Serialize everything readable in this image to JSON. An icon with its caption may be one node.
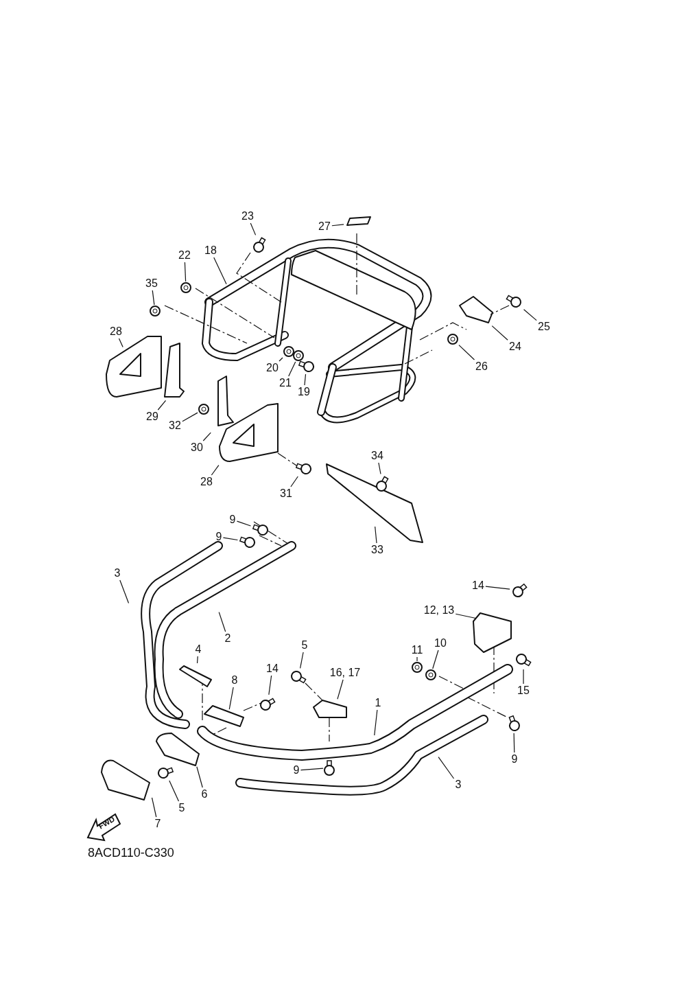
{
  "diagram": {
    "nodes": [
      {
        "text": [
          "23"
        ]
      },
      {
        "text": [
          "27"
        ]
      },
      {
        "text": [
          "18"
        ]
      },
      {
        "text": [
          "22"
        ]
      },
      {
        "text": [
          "35"
        ]
      },
      {
        "text": [
          "28"
        ]
      },
      {
        "text": [
          "25"
        ]
      },
      {
        "text": [
          "24"
        ]
      },
      {
        "text": [
          "26"
        ]
      },
      {
        "text": [
          "20"
        ]
      },
      {
        "text": [
          "21"
        ]
      },
      {
        "text": [
          "19"
        ]
      },
      {
        "text": [
          "29"
        ]
      },
      {
        "text": [
          "32"
        ]
      },
      {
        "text": [
          "30"
        ]
      },
      {
        "text": [
          "28"
        ]
      },
      {
        "text": [
          "34"
        ]
      },
      {
        "text": [
          "31"
        ]
      },
      {
        "text": [
          "33"
        ]
      },
      {
        "text": [
          "9"
        ]
      },
      {
        "text": [
          "9"
        ]
      },
      {
        "text": [
          "3"
        ]
      },
      {
        "text": [
          "2"
        ]
      },
      {
        "text": [
          "14"
        ]
      },
      {
        "text": [
          "12, 13"
        ]
      },
      {
        "text": [
          "4"
        ]
      },
      {
        "text": [
          "5"
        ]
      },
      {
        "text": [
          "16, 17"
        ]
      },
      {
        "text": [
          "11"
        ]
      },
      {
        "text": [
          "10"
        ]
      },
      {
        "text": [
          "14"
        ]
      },
      {
        "text": [
          "8"
        ]
      },
      {
        "text": [
          "1"
        ]
      },
      {
        "text": [
          "15"
        ]
      },
      {
        "text": [
          "9"
        ]
      },
      {
        "text": [
          "9"
        ]
      },
      {
        "text": [
          "3"
        ]
      },
      {
        "text": [
          "6"
        ]
      },
      {
        "text": [
          "5"
        ]
      },
      {
        "text": [
          "7"
        ]
      },
      {
        "text": [],
        "shape": "bolt"
      },
      {
        "text": [],
        "shape": "bolt"
      },
      {
        "text": [],
        "shape": "bolt"
      },
      {
        "text": [],
        "shape": "bolt"
      },
      {
        "text": [],
        "shape": "bolt"
      },
      {
        "text": [],
        "shape": "bolt"
      },
      {
        "text": [],
        "shape": "bolt"
      },
      {
        "text": [],
        "shape": "bolt"
      },
      {
        "text": [],
        "shape": "bolt"
      },
      {
        "text": [],
        "shape": "bolt"
      },
      {
        "text": [],
        "shape": "bolt"
      },
      {
        "text": [],
        "shape": "bolt"
      },
      {
        "text": [],
        "shape": "bolt"
      },
      {
        "text": [],
        "shape": "bolt"
      },
      {
        "text": [],
        "shape": "nut"
      },
      {
        "text": [],
        "shape": "nut"
      },
      {
        "text": [],
        "shape": "nut"
      },
      {
        "text": [],
        "shape": "nut"
      },
      {
        "text": [],
        "shape": "nut"
      },
      {
        "text": [],
        "shape": "nut"
      },
      {
        "text": [],
        "shape": "nut"
      },
      {
        "text": [],
        "shape": "nut"
      }
    ],
    "edges": [
      {
        "from": 0,
        "to": 40,
        "arrow": "none"
      },
      {
        "from": 1,
        "to": null,
        "arrow": "none"
      },
      {
        "from": 2,
        "to": null,
        "arrow": "none"
      },
      {
        "from": 3,
        "to": 55,
        "arrow": "none"
      },
      {
        "from": 4,
        "to": 54,
        "arrow": "none"
      },
      {
        "from": 5,
        "to": null,
        "arrow": "none"
      },
      {
        "from": 6,
        "to": 41,
        "arrow": "none"
      },
      {
        "from": 7,
        "to": null,
        "arrow": "none"
      },
      {
        "from": 8,
        "to": 57,
        "arrow": "none"
      },
      {
        "from": 9,
        "to": 58,
        "arrow": "none"
      },
      {
        "from": 10,
        "to": 59,
        "arrow": "none"
      },
      {
        "from": 11,
        "to": 42,
        "arrow": "none"
      },
      {
        "from": 12,
        "to": null,
        "arrow": "none"
      },
      {
        "from": 13,
        "to": 56,
        "arrow": "none"
      },
      {
        "from": 14,
        "to": null,
        "arrow": "none"
      },
      {
        "from": 15,
        "to": null,
        "arrow": "none"
      },
      {
        "from": 16,
        "to": 50,
        "arrow": "none"
      },
      {
        "from": 17,
        "to": 43,
        "arrow": "none"
      },
      {
        "from": 18,
        "to": null,
        "arrow": "none"
      },
      {
        "from": 19,
        "to": 44,
        "arrow": "none"
      },
      {
        "from": 20,
        "to": 45,
        "arrow": "none"
      },
      {
        "from": 21,
        "to": null,
        "arrow": "none"
      },
      {
        "from": 22,
        "to": null,
        "arrow": "none"
      },
      {
        "from": 23,
        "to": 52,
        "arrow": "none"
      },
      {
        "from": 24,
        "to": null,
        "arrow": "none"
      },
      {
        "from": 25,
        "to": null,
        "arrow": "none"
      },
      {
        "from": 26,
        "to": 46,
        "arrow": "none"
      },
      {
        "from": 27,
        "to": null,
        "arrow": "none"
      },
      {
        "from": 28,
        "to": 60,
        "arrow": "none"
      },
      {
        "from": 29,
        "to": 61,
        "arrow": "none"
      },
      {
        "from": 30,
        "to": 51,
        "arrow": "none"
      },
      {
        "from": 31,
        "to": null,
        "arrow": "none"
      },
      {
        "from": 32,
        "to": null,
        "arrow": "none"
      },
      {
        "from": 33,
        "to": 53,
        "arrow": "none"
      },
      {
        "from": 34,
        "to": 48,
        "arrow": "none"
      },
      {
        "from": 35,
        "to": 49,
        "arrow": "none"
      },
      {
        "from": 36,
        "to": null,
        "arrow": "none"
      },
      {
        "from": 37,
        "to": null,
        "arrow": "none"
      },
      {
        "from": 38,
        "to": 47,
        "arrow": "none"
      },
      {
        "from": 39,
        "to": null,
        "arrow": "none"
      }
    ],
    "labels": [
      "FWD",
      "8ACD110-C330"
    ]
  }
}
